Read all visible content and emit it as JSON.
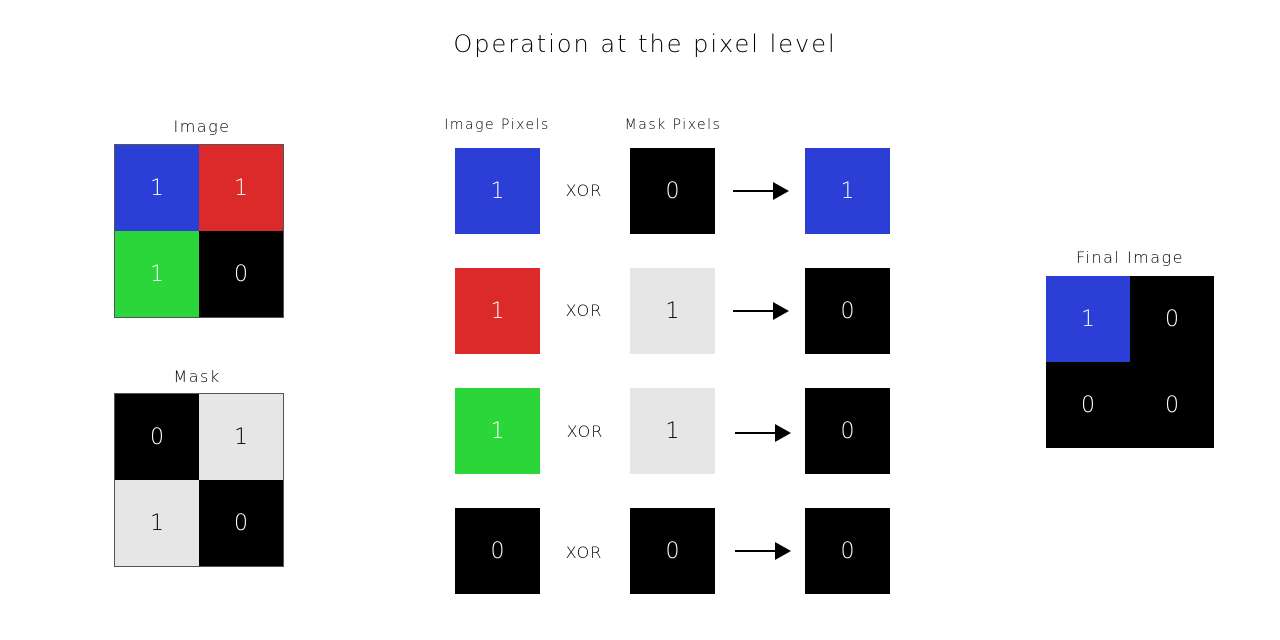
{
  "title": "Operation at the pixel level",
  "colors": {
    "blue": "#2b3fd6",
    "red": "#dc2a2a",
    "green": "#2bd63b",
    "black": "#000000",
    "light_gray": "#e6e6e6",
    "white": "#ffffff"
  },
  "image_grid": {
    "label": "Image",
    "cells": [
      {
        "value": "1",
        "color": "blue"
      },
      {
        "value": "1",
        "color": "red"
      },
      {
        "value": "1",
        "color": "green"
      },
      {
        "value": "0",
        "color": "black"
      }
    ]
  },
  "mask_grid": {
    "label": "Mask",
    "cells": [
      {
        "value": "0",
        "color": "black"
      },
      {
        "value": "1",
        "color": "light_gray"
      },
      {
        "value": "1",
        "color": "light_gray"
      },
      {
        "value": "0",
        "color": "black"
      }
    ]
  },
  "operations": {
    "image_header": "Image Pixels",
    "mask_header": "Mask Pixels",
    "rows": [
      {
        "image": {
          "value": "1",
          "color": "blue"
        },
        "op": "XOR",
        "mask": {
          "value": "0",
          "color": "black"
        },
        "result": {
          "value": "1",
          "color": "blue"
        }
      },
      {
        "image": {
          "value": "1",
          "color": "red"
        },
        "op": "XOR",
        "mask": {
          "value": "1",
          "color": "light_gray"
        },
        "result": {
          "value": "0",
          "color": "black"
        }
      },
      {
        "image": {
          "value": "1",
          "color": "green"
        },
        "op": "XOR",
        "mask": {
          "value": "1",
          "color": "light_gray"
        },
        "result": {
          "value": "0",
          "color": "black"
        }
      },
      {
        "image": {
          "value": "0",
          "color": "black"
        },
        "op": "XOR",
        "mask": {
          "value": "0",
          "color": "black"
        },
        "result": {
          "value": "0",
          "color": "black"
        }
      }
    ]
  },
  "final_grid": {
    "label": "Final Image",
    "cells": [
      {
        "value": "1",
        "color": "blue"
      },
      {
        "value": "0",
        "color": "black"
      },
      {
        "value": "0",
        "color": "black"
      },
      {
        "value": "0",
        "color": "black"
      }
    ]
  }
}
